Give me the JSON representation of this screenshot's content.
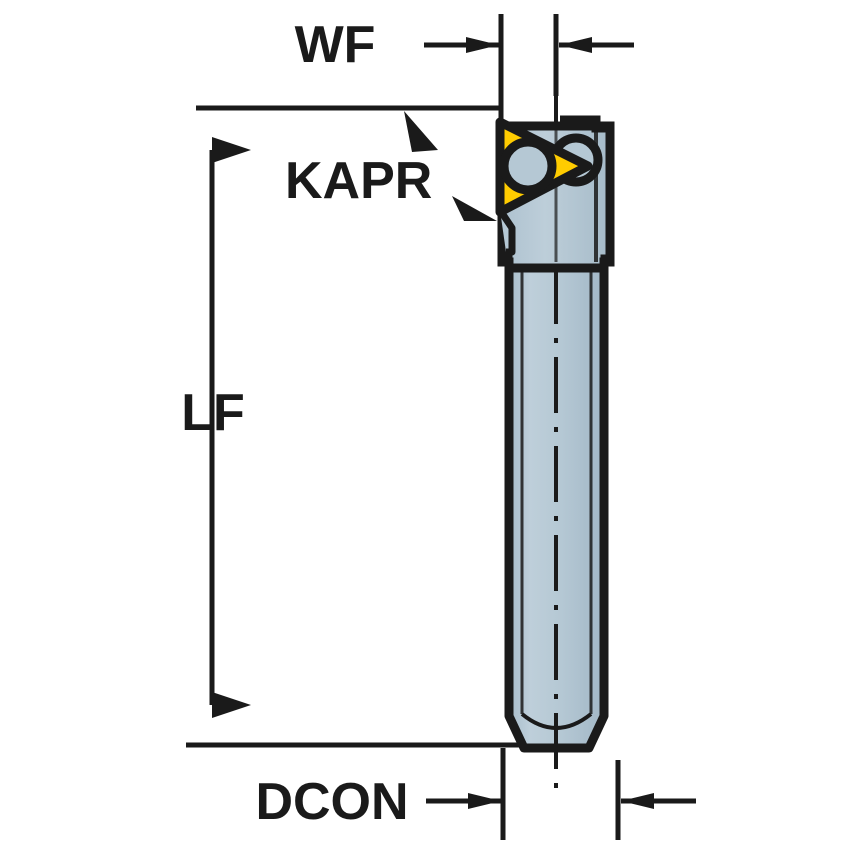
{
  "diagram": {
    "title": "Boring bar / turning tool holder dimension diagram",
    "background_color": "#ffffff",
    "line_color": "#1a1a1a",
    "body_color": "#b5c8d4",
    "body_shade_color": "#9fb4c4",
    "insert_color": "#ffcc00",
    "insert_shadow_color": "#e0a800",
    "labels": {
      "wf": "WF",
      "kapr": "KAPR",
      "lf": "LF",
      "dcon": "DCON"
    },
    "callouts": [
      {
        "name": "WF",
        "text": "WF",
        "kind": "linear-dimension",
        "orientation": "horizontal",
        "position": "top",
        "measures": "distance from cutting edge front face to shank reference plane"
      },
      {
        "name": "KAPR",
        "text": "KAPR",
        "kind": "angle-callout",
        "orientation": "leader-arrows",
        "position": "upper-left",
        "measures": "entering / lead angle of the insert cutting edge"
      },
      {
        "name": "LF",
        "text": "LF",
        "kind": "linear-dimension",
        "orientation": "vertical",
        "position": "left",
        "measures": "functional length of the tool"
      },
      {
        "name": "DCON",
        "text": "DCON",
        "kind": "linear-dimension",
        "orientation": "horizontal",
        "position": "bottom",
        "measures": "connection / shank diameter"
      }
    ],
    "components": [
      {
        "name": "cutting-insert",
        "shape": "triangle",
        "color": "#ffcc00"
      },
      {
        "name": "insert-hole",
        "shape": "circle"
      },
      {
        "name": "clamp-screw",
        "shape": "circle"
      },
      {
        "name": "tool-head",
        "shape": "stepped-block"
      },
      {
        "name": "tool-shank",
        "shape": "cylinder"
      },
      {
        "name": "centerline",
        "shape": "dash-dot-line"
      }
    ]
  }
}
